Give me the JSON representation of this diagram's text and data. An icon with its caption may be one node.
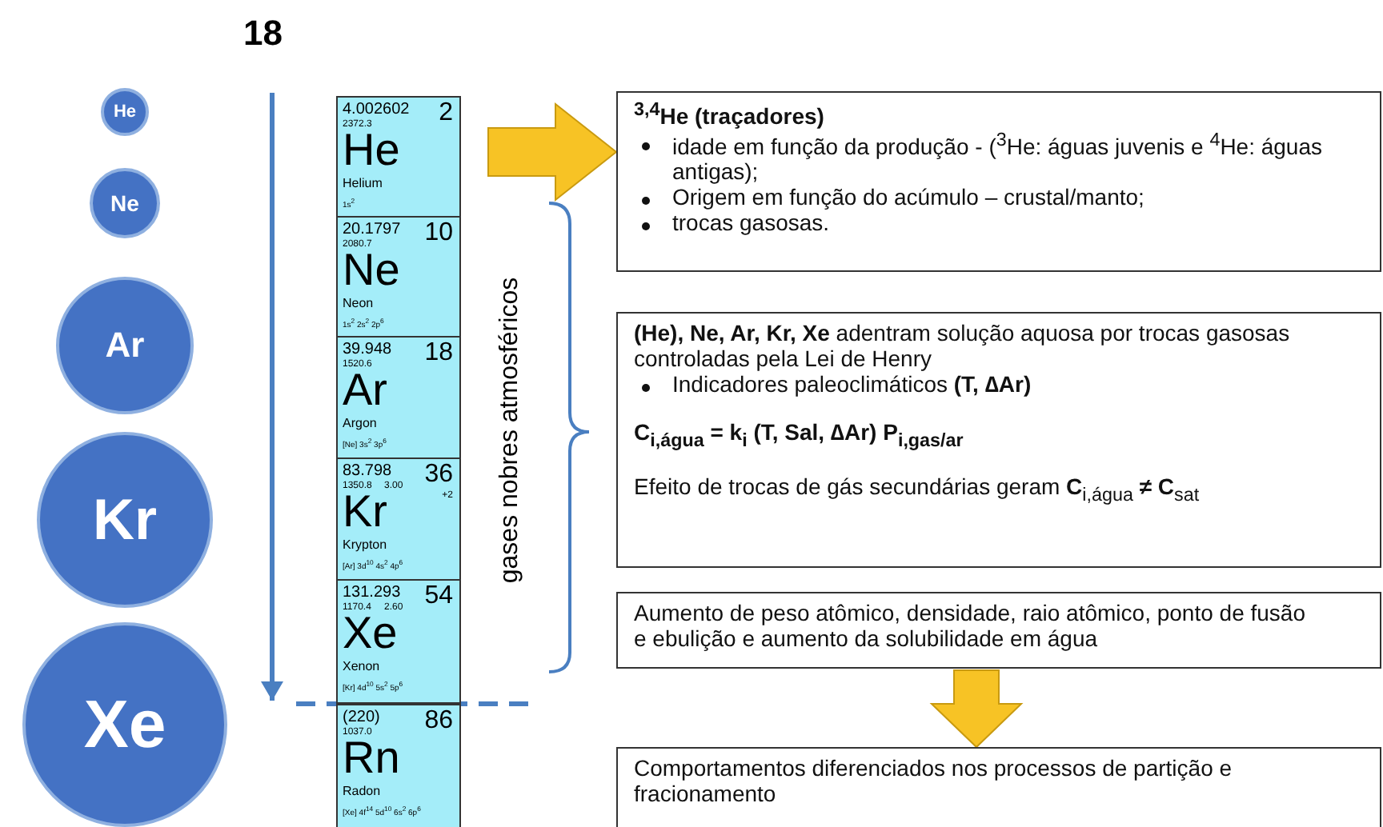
{
  "diagram": {
    "nodes": [
      {
        "text": [
          "He"
        ]
      },
      {
        "text": [
          "Ne"
        ]
      },
      {
        "text": [
          "Ar"
        ]
      },
      {
        "text": [
          "Kr"
        ]
      },
      {
        "text": [
          "Xe"
        ]
      },
      {
        "text": [
          "4.002602",
          "2",
          "2372.3",
          "He",
          "Helium",
          "1s$^{2}$"
        ]
      },
      {
        "text": [
          "20.1797",
          "10",
          "2080.7",
          "Ne",
          "Neon",
          "1s$^{2}$ 2s$^{2}$ 2p$^{6}$"
        ]
      },
      {
        "text": [
          "39.948",
          "18",
          "1520.6",
          "Ar",
          "Argon",
          "[Ne] 3s$^{2}$ 3p$^{6}$"
        ]
      },
      {
        "text": [
          "83.798",
          "36",
          "1350.8",
          "3.00",
          "+2",
          "Kr",
          "Krypton",
          "[Ar] 3d$^{10}$ 4s$^{2}$ 4p$^{6}$"
        ]
      },
      {
        "text": [
          "131.293",
          "54",
          "1170.4",
          "2.60",
          "Xe",
          "Xenon",
          "[Kr] 4d$^{10}$ 5s$^{2}$ 5p$^{6}$"
        ]
      },
      {
        "text": [
          "(220)",
          "86",
          "1037.0",
          "Rn",
          "Radon",
          "[Xe] 4f$^{14}$ 5d$^{10}$ 6s$^{2}$ 6p$^{6}$"
        ]
      },
      {
        "text": [
          "$^{3,4}$He (traçadores)",
          "idade em função da produção - ($^{3}$He: águas juvenis e $^{4}$He: águas antigas);",
          "Origem em função do acúmulo – crustal/manto;",
          "trocas gasosas."
        ]
      },
      {
        "text": [
          "**(He), Ne, Ar, Kr, Xe** adentram solução aquosa por trocas gasosas controladas pela Lei de Henry",
          "Indicadores paleoclimáticos **(T, ∆Ar)**",
          "C$_{i,água}$ = k$_{i}$ (T, Sal, ∆Ar)  P$_{i,gas/ar}$",
          "Efeito de trocas de gás secundárias geram **C**$_{i,água}$ **≠ C**$_{sat}$"
        ]
      },
      {
        "text": [
          "Aumento de peso atômico, densidade, raio atômico, ponto de fusão e ebulição e aumento da solubilidade em água"
        ]
      },
      {
        "text": [
          "Comportamentos diferenciados nos processos de partição e fracionamento"
        ]
      }
    ],
    "edges": [
      {
        "from": 5,
        "to": 11,
        "arrow": "to"
      },
      {
        "from": 13,
        "to": 14,
        "arrow": "to"
      }
    ],
    "labels": [
      "18",
      "gases nobres atmosféricos"
    ]
  }
}
